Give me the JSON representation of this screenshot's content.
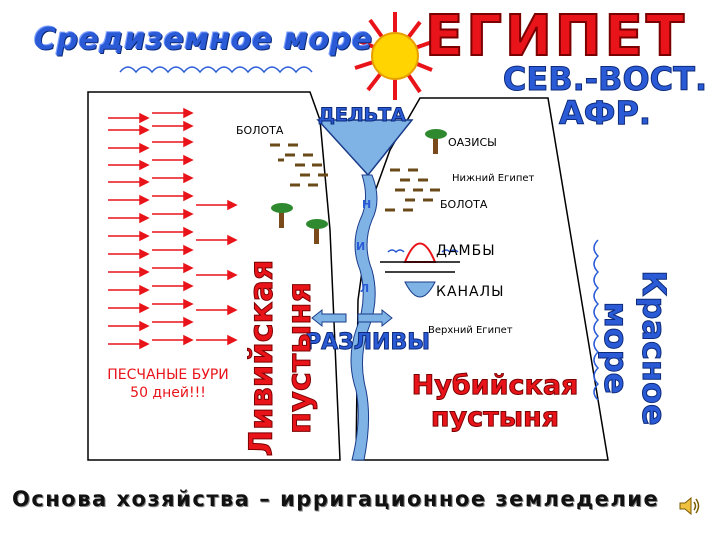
{
  "titles": {
    "sea": "Средиземное море",
    "country": "ЕГИПЕТ",
    "region_line1": "СЕВ.-ВОСТ.",
    "region_line2": "АФР."
  },
  "labels": {
    "delta": "ДЕЛЬТА",
    "swamps_left": "БОЛОТА",
    "oases": "ОАЗИСЫ",
    "lower_egypt": "Нижний Египет",
    "swamps_right": "БОЛОТА",
    "dams": "ДАМБЫ",
    "canals": "КАНАЛЫ",
    "upper_egypt": "Верхний Египет",
    "floods": "РАЗЛИВЫ",
    "sandstorms_line1": "ПЕСЧАНЫЕ БУРИ",
    "sandstorms_line2": "50 дней!!!",
    "libyan_line1": "Ливийская",
    "libyan_line2": "пустыня",
    "nubian_line1": "Нубийская",
    "nubian_line2": "пустыня",
    "red_sea": "Красное море",
    "nile_1": "Н",
    "nile_2": "И",
    "nile_3": "Л"
  },
  "footer": {
    "text": "Основа хозяйства – ирригационное земледелие"
  },
  "colors": {
    "red": "#e8141a",
    "blue": "#2a5ad6",
    "sun": "#ffd400",
    "river": "#7fb3e6"
  },
  "icons": {
    "sun": "sun-icon",
    "palm": "palm-tree-icon",
    "speaker": "speaker-icon"
  }
}
